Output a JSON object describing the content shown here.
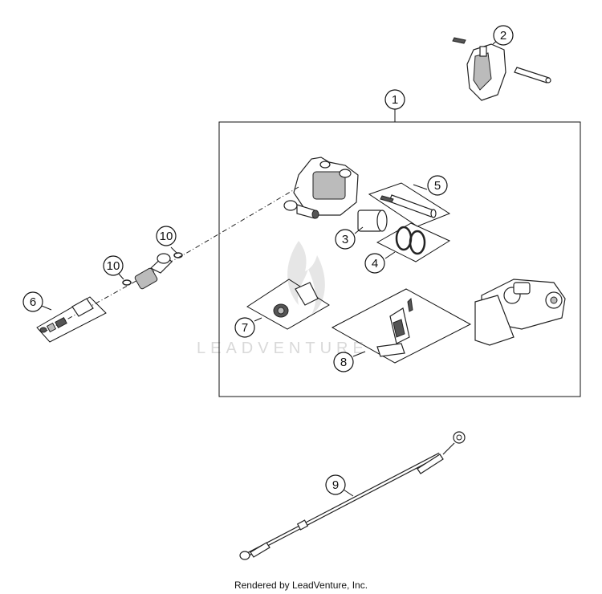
{
  "callouts": {
    "c1": "1",
    "c2": "2",
    "c3": "3",
    "c4": "4",
    "c5": "5",
    "c6": "6",
    "c7": "7",
    "c8": "8",
    "c9": "9",
    "c10a": "10",
    "c10b": "10"
  },
  "watermark": "LEADVENTURE",
  "footer": "Rendered by LeadVenture, Inc."
}
